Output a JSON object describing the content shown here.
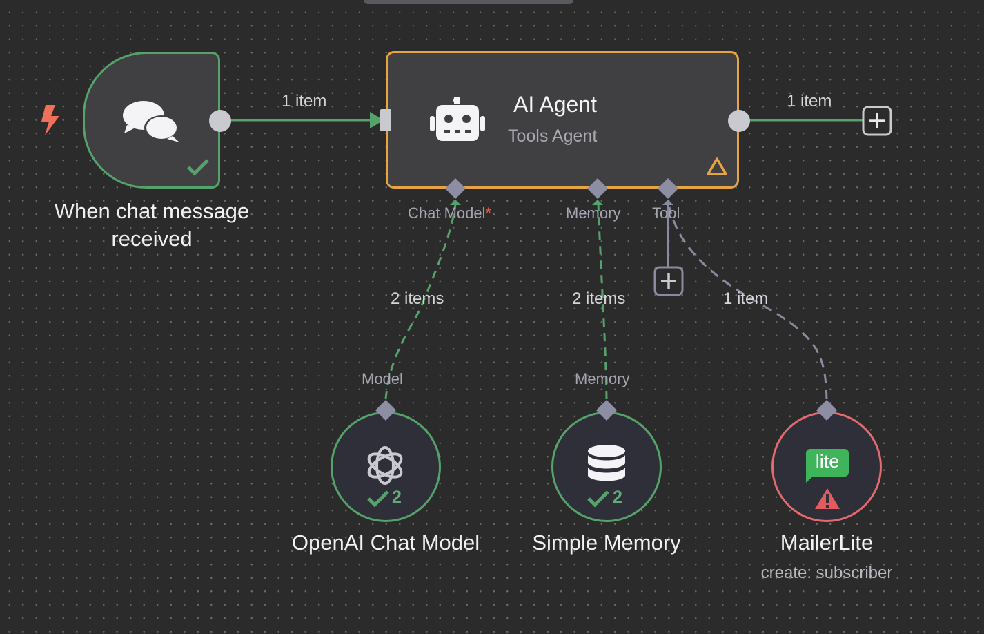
{
  "nodes": {
    "trigger": {
      "title_line1": "When chat message",
      "title_line2": "received",
      "status": "success"
    },
    "agent": {
      "title": "AI Agent",
      "subtitle": "Tools Agent",
      "status": "warning"
    },
    "openai": {
      "title": "OpenAI Chat Model",
      "run_count": "2",
      "status": "success"
    },
    "memory": {
      "title": "Simple Memory",
      "run_count": "2",
      "status": "success"
    },
    "mailerlite": {
      "title": "MailerLite",
      "subtitle": "create: subscriber",
      "badge_text": "lite",
      "status": "error"
    }
  },
  "connections": {
    "trigger_to_agent": "1 item",
    "agent_output": "1 item",
    "model_link": "2 items",
    "memory_link": "2 items",
    "tool_link": "1 item"
  },
  "ports": {
    "chat_model": "Chat Model",
    "chat_model_required": "*",
    "memory": "Memory",
    "tool": "Tool",
    "model_input": "Model",
    "memory_input": "Memory"
  },
  "colors": {
    "success": "#55a36a",
    "warning": "#e6a542",
    "error": "#e46a6f",
    "trigger_bolt": "#f0705a",
    "canvas": "#2b2b2b"
  },
  "icons": {
    "trigger": "chat-bubbles-icon",
    "agent": "robot-icon",
    "openai": "openai-logo-icon",
    "memory": "database-icon",
    "mailerlite": "mailerlite-logo-icon"
  }
}
